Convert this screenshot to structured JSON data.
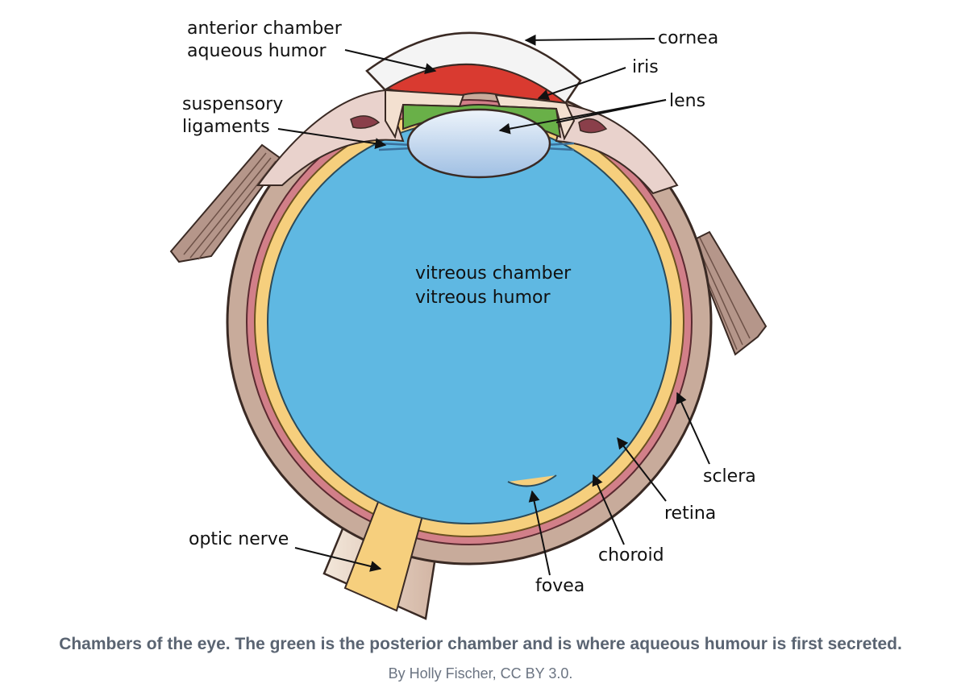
{
  "labels": {
    "anterior_chamber": "anterior chamber",
    "aqueous_humor": "aqueous humor",
    "cornea": "cornea",
    "iris": "iris",
    "lens": "lens",
    "suspensory": "suspensory",
    "ligaments": "ligaments",
    "vitreous_chamber": "vitreous chamber",
    "vitreous_humor": "vitreous humor",
    "sclera": "sclera",
    "retina": "retina",
    "choroid": "choroid",
    "fovea": "fovea",
    "optic_nerve": "optic nerve"
  },
  "caption": "Chambers of the eye. The green is the posterior chamber and is where aqueous humour is first secreted.",
  "credit": "By Holly Fischer, CC BY 3.0.",
  "colors": {
    "sclera": "#c8ab9b",
    "choroid": "#d27f89",
    "retina": "#f6cf7d",
    "vitreous": "#5fb8e2",
    "aqueous": "#d93a30",
    "posterior_chamber": "#69b048",
    "lens": "#c7dcf0",
    "cornea": "#f4f4f4",
    "text": "#111111",
    "caption": "#5a6472"
  }
}
